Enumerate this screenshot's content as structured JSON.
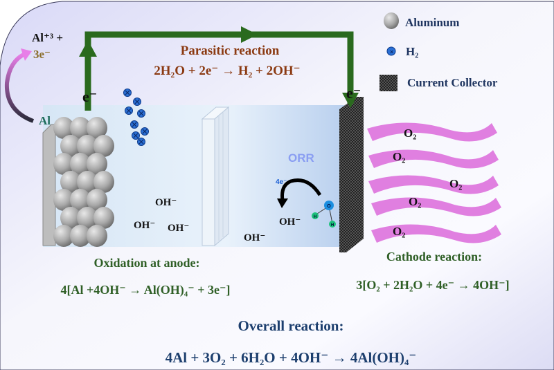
{
  "legend": {
    "aluminum": "Aluminum",
    "h2": "H₂",
    "current_collector": "Current Collector"
  },
  "anode": {
    "ion": "Al⁺³ +",
    "electrons": "3e⁻",
    "metal": "Al",
    "wire_electron": "e⁻"
  },
  "cathode": {
    "wire_electron": "e⁻",
    "orr": "ORR",
    "four_e": "4e⁻",
    "o2_labels": [
      "O₂",
      "O₂",
      "O₂",
      "O₂",
      "O₂"
    ]
  },
  "parasitic": {
    "title": "Parasitic reaction",
    "equation": "2H₂O + 2e⁻ → H₂ + 2OH⁻"
  },
  "electrolyte": {
    "oh_labels": [
      "OH⁻",
      "OH⁻",
      "OH⁻",
      "OH⁻",
      "OH⁻"
    ],
    "water_atoms": [
      "O",
      "H",
      "H"
    ]
  },
  "oxidation": {
    "title": "Oxidation at anode:",
    "equation": "4[Al +4OH⁻ → Al(OH)₄⁻ + 3e⁻]"
  },
  "cathode_reaction": {
    "title": "Cathode reaction:",
    "equation": "3[O₂ + 2H₂O + 4e⁻ → 4OH⁻]"
  },
  "overall": {
    "title": "Overall reaction:",
    "equation": "4Al + 3O₂ + 6H₂O + 4OH⁻ → 4Al(OH)₄⁻"
  },
  "colors": {
    "wire": "#2a6a1e",
    "parasitic": "#8b3a12",
    "reaction_green": "#2f5f26",
    "overall_blue": "#1d3f6e",
    "legend_blue": "#1f3560",
    "o2_band": "#e07fe0"
  }
}
